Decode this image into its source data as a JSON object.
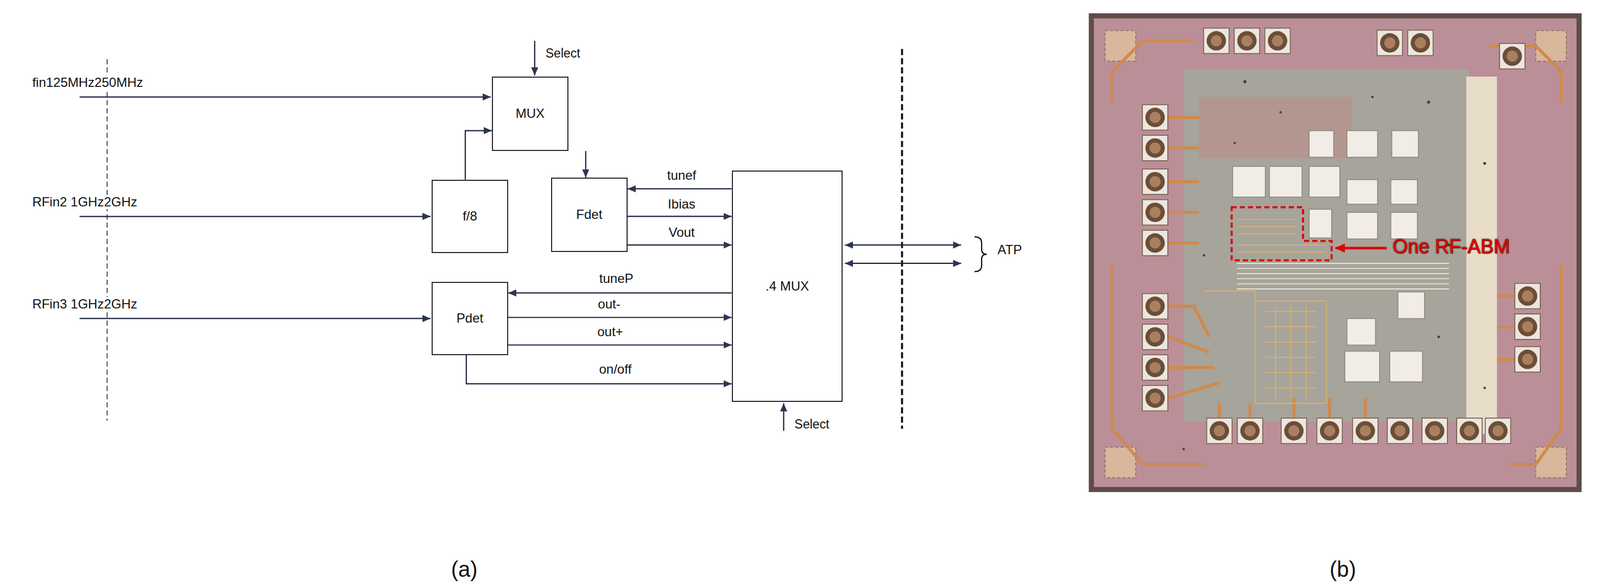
{
  "diagram": {
    "nodes": [
      {
        "text": [
          "MUX"
        ]
      },
      {
        "text": [
          "f/8"
        ]
      },
      {
        "text": [
          "Fdet"
        ]
      },
      {
        "text": [
          ".4 MUX"
        ]
      },
      {
        "text": [
          "Pdet"
        ]
      }
    ],
    "edges": [
      {
        "from": 1,
        "to": 0,
        "arrow": "to"
      },
      {
        "from": 0,
        "to": 2,
        "arrow": "to"
      },
      {
        "from": 3,
        "to": 2,
        "label": "tunef",
        "arrow": "to"
      },
      {
        "from": 2,
        "to": 3,
        "label": "Ibias",
        "arrow": "to"
      },
      {
        "from": 2,
        "to": 3,
        "label": "Vout",
        "arrow": "to"
      },
      {
        "from": 3,
        "to": 4,
        "label": "tuneP",
        "arrow": "to"
      },
      {
        "from": 4,
        "to": 3,
        "label": "out-",
        "arrow": "to"
      },
      {
        "from": 4,
        "to": 3,
        "label": "out+",
        "arrow": "to"
      },
      {
        "from": 4,
        "to": 3,
        "label": "on/off",
        "arrow": "to"
      }
    ],
    "labels": [
      "fin125MHz250MHz",
      "Select",
      "RFin2 1GHz2GHz",
      "ATP",
      "RFin3 1GHz2GHz",
      "Select",
      "One RF-ABM",
      "(a)",
      "(b)"
    ]
  }
}
